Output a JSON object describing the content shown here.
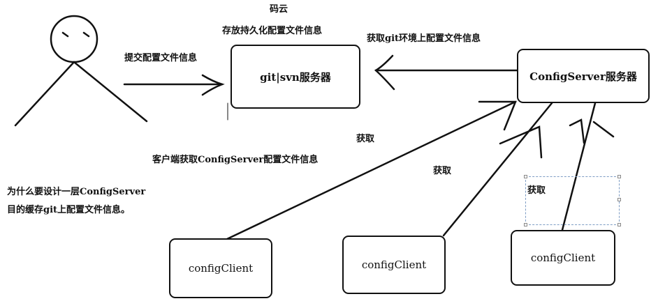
{
  "nodes": {
    "git_svn": "git|svn服务器",
    "config_server": "ConfigServer服务器",
    "client_1": "configClient",
    "client_2": "configClient",
    "client_3": "configClient"
  },
  "labels": {
    "mayun": "码云",
    "store_persist": "存放持久化配置文件信息",
    "fetch_git_env": "获取git环境上配置文件信息",
    "submit_config": "提交配置文件信息",
    "client_fetch": "客户端获取ConfigServer配置文件信息",
    "fetch_1": "获取",
    "fetch_2": "获取",
    "fetch_3": "获取"
  },
  "note": {
    "line1": "为什么要设计一层ConfigServer",
    "line2": "目的缓存git上配置文件信息。"
  }
}
